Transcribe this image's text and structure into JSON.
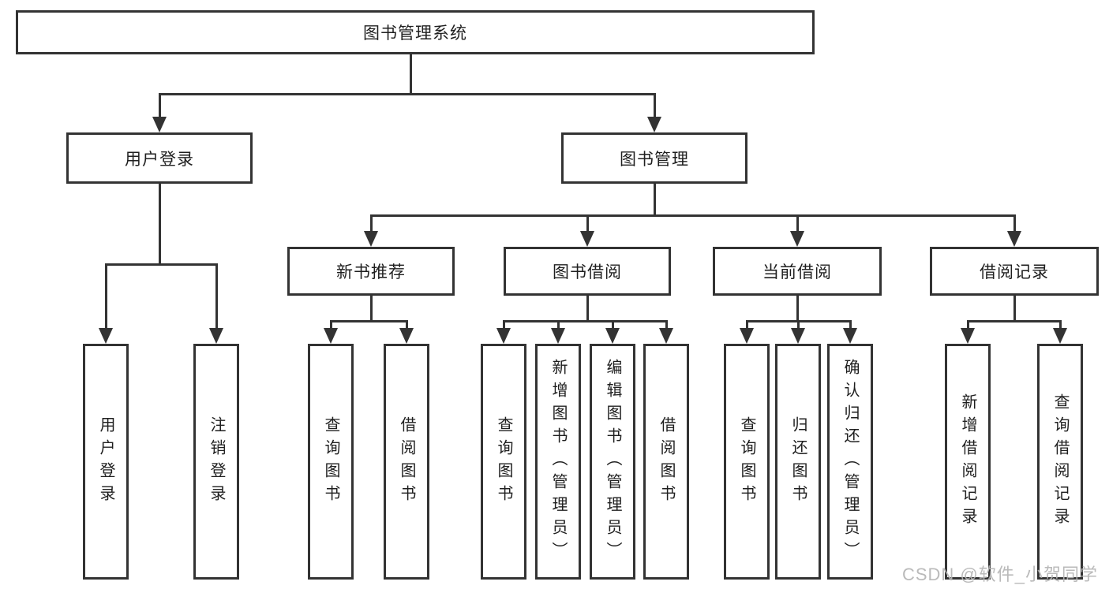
{
  "diagram": {
    "root_label": "图书管理系统",
    "level2": [
      {
        "label": "用户登录"
      },
      {
        "label": "图书管理"
      }
    ],
    "login_children": [
      "用户登录",
      "注销登录"
    ],
    "level3": [
      {
        "label": "新书推荐"
      },
      {
        "label": "图书借阅"
      },
      {
        "label": "当前借阅"
      },
      {
        "label": "借阅记录"
      }
    ],
    "recommend_children": [
      "查询图书",
      "借阅图书"
    ],
    "borrow_children": [
      "查询图书",
      "新增图书（管理员）",
      "编辑图书（管理员）",
      "借阅图书"
    ],
    "current_children": [
      "查询图书",
      "归还图书",
      "确认归还（管理员）"
    ],
    "record_children": [
      "新增借阅记录",
      "查询借阅记录"
    ]
  },
  "watermark": {
    "text": "CSDN @软件_小贺同学"
  },
  "colors": {
    "line": "#333333",
    "text": "#1f1f1f",
    "background": "#ffffff",
    "watermark": "#b5b5b5"
  }
}
